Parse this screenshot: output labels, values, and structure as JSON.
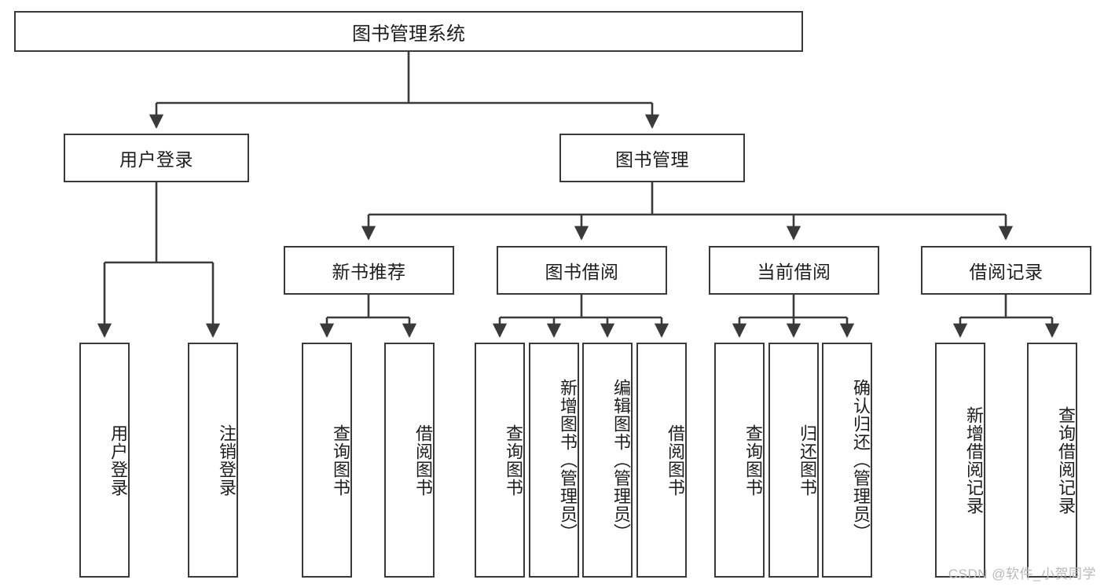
{
  "diagram": {
    "type": "tree-hierarchy",
    "title": "图书管理系统",
    "watermark": "CSDN @软件_小贺同学",
    "colors": {
      "box_border": "#3a3a3a",
      "box_fill": "#ffffff",
      "connector": "#3a3a3a",
      "text": "#1d1d1d",
      "watermark": "#b9b9b9"
    },
    "nodes": {
      "root": {
        "label": "图书管理系统"
      },
      "level2": [
        {
          "label": "用户登录"
        },
        {
          "label": "图书管理"
        }
      ],
      "level3": [
        {
          "label": "新书推荐"
        },
        {
          "label": "图书借阅"
        },
        {
          "label": "当前借阅"
        },
        {
          "label": "借阅记录"
        }
      ],
      "leaves_user_login": [
        {
          "label": "用户登录"
        },
        {
          "label": "注销登录"
        }
      ],
      "leaves_new_book": [
        {
          "label": "查询图书"
        },
        {
          "label": "借阅图书"
        }
      ],
      "leaves_borrow": [
        {
          "label": "查询图书"
        },
        {
          "label": "新增图书（管理员）"
        },
        {
          "label": "编辑图书（管理员）"
        },
        {
          "label": "借阅图书"
        }
      ],
      "leaves_current": [
        {
          "label": "查询图书"
        },
        {
          "label": "归还图书"
        },
        {
          "label": "确认归还（管理员）"
        }
      ],
      "leaves_record": [
        {
          "label": "新增借阅记录"
        },
        {
          "label": "查询借阅记录"
        }
      ]
    }
  }
}
